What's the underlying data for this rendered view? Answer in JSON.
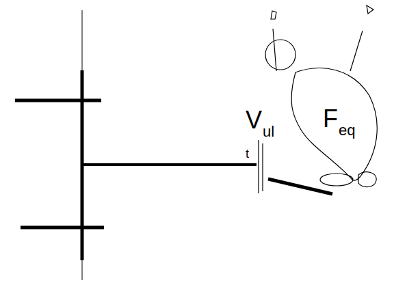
{
  "diagram": {
    "labels": [
      "V",
      "ul",
      "t",
      "F",
      "eq"
    ]
  }
}
